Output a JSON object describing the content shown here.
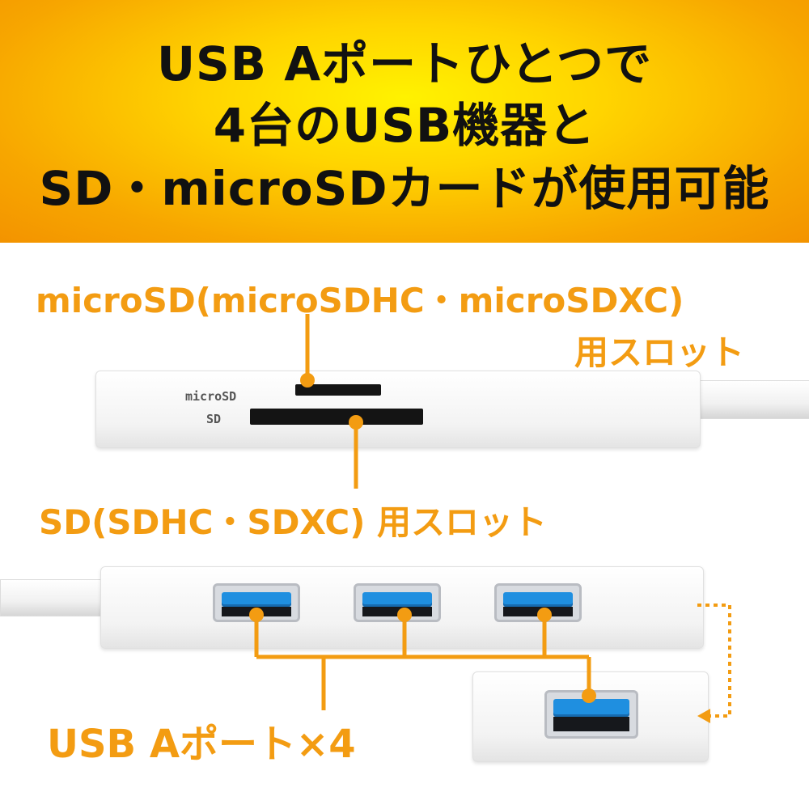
{
  "banner": {
    "line1": "USB Aポートひとつで",
    "line2": "4台のUSB機器と",
    "line3": "SD・microSDカードが使用可能"
  },
  "labels": {
    "microsd_slot_line1": "microSD(microSDHC・microSDXC)",
    "microsd_slot_line2": "用スロット",
    "sd_slot": "SD(SDHC・SDXC) 用スロット",
    "usb_ports": "USB Aポート×4"
  },
  "device_print": {
    "microsd": "microSD",
    "sd": "SD"
  },
  "colors": {
    "accent": "#f39c12",
    "banner_center": "#fff200",
    "banner_edge": "#f39300",
    "text_dark": "#111111",
    "usb_blue": "#1f8fe0"
  },
  "icons": [
    "usb-a-port-icon",
    "sd-slot-icon",
    "microsd-slot-icon"
  ]
}
